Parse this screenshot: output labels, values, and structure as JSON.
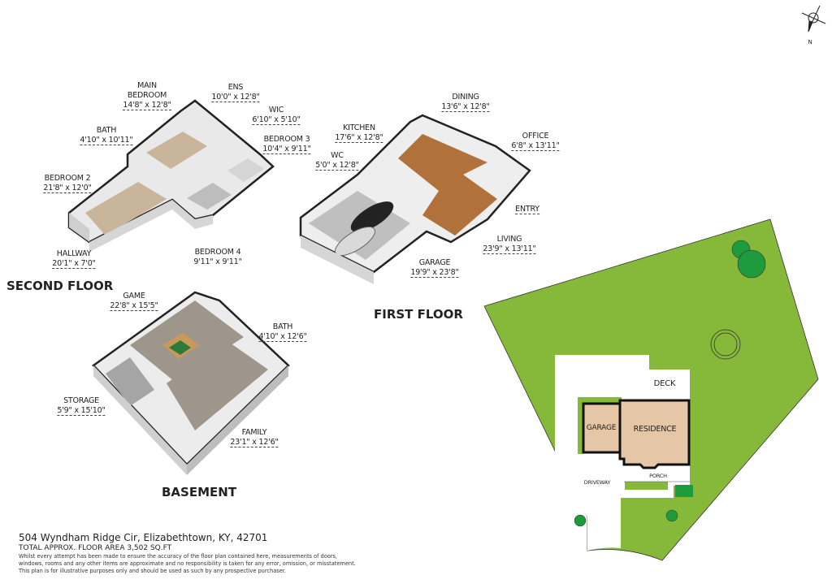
{
  "compass": {
    "label": "N"
  },
  "second_floor": {
    "title": "SECOND FLOOR",
    "rooms": [
      {
        "name": "MAIN BEDROOM",
        "dims": "14'8\" x 12'8\""
      },
      {
        "name": "ENS",
        "dims": "10'0\" x 12'8\""
      },
      {
        "name": "WIC",
        "dims": "6'10\" x 5'10\""
      },
      {
        "name": "BEDROOM 3",
        "dims": "10'4\" x 9'11\""
      },
      {
        "name": "BATH",
        "dims": "4'10\" x 10'11\""
      },
      {
        "name": "BEDROOM 2",
        "dims": "21'8\" x 12'0\""
      },
      {
        "name": "HALLWAY",
        "dims": "20'1\" x 7'0\""
      },
      {
        "name": "BEDROOM 4",
        "dims": "9'11\" x 9'11\""
      }
    ]
  },
  "first_floor": {
    "title": "FIRST FLOOR",
    "rooms": [
      {
        "name": "DINING",
        "dims": "13'6\" x 12'8\""
      },
      {
        "name": "KITCHEN",
        "dims": "17'6\" x 12'8\""
      },
      {
        "name": "WC",
        "dims": "5'0\" x 12'8\""
      },
      {
        "name": "OFFICE",
        "dims": "6'8\" x 13'11\""
      },
      {
        "name": "ENTRY",
        "dims": ""
      },
      {
        "name": "LIVING",
        "dims": "23'9\" x 13'11\""
      },
      {
        "name": "GARAGE",
        "dims": "19'9\" x 23'8\""
      }
    ]
  },
  "basement": {
    "title": "BASEMENT",
    "rooms": [
      {
        "name": "GAME",
        "dims": "22'8\" x 15'5\""
      },
      {
        "name": "BATH",
        "dims": "4'10\" x 12'6\""
      },
      {
        "name": "STORAGE",
        "dims": "5'9\" x 15'10\""
      },
      {
        "name": "FAMILY",
        "dims": "23'1\" x 12'6\""
      }
    ]
  },
  "site_plan": {
    "labels": {
      "deck": "DECK",
      "garage": "GARAGE",
      "residence": "RESIDENCE",
      "porch": "PORCH",
      "driveway": "DRIVEWAY"
    },
    "colors": {
      "lawn": "#86b93a",
      "tree": "#1e9b3c",
      "building": "#e5c6a6"
    }
  },
  "footer": {
    "address": "504 Wyndham Ridge Cir, Elizabethtown, KY, 42701",
    "total_area": "TOTAL APPROX. FLOOR AREA 3,502 SQ.FT",
    "disclaimer": [
      "Whilst every attempt has been made to ensure the accuracy of the floor plan contained here, measurements of doors,",
      "windows, rooms and any other items are approximate and no responsibility is taken for any error, omission, or misstatement.",
      "This plan is for illustrative purposes only and should be used as such by any prospective purchaser."
    ]
  }
}
